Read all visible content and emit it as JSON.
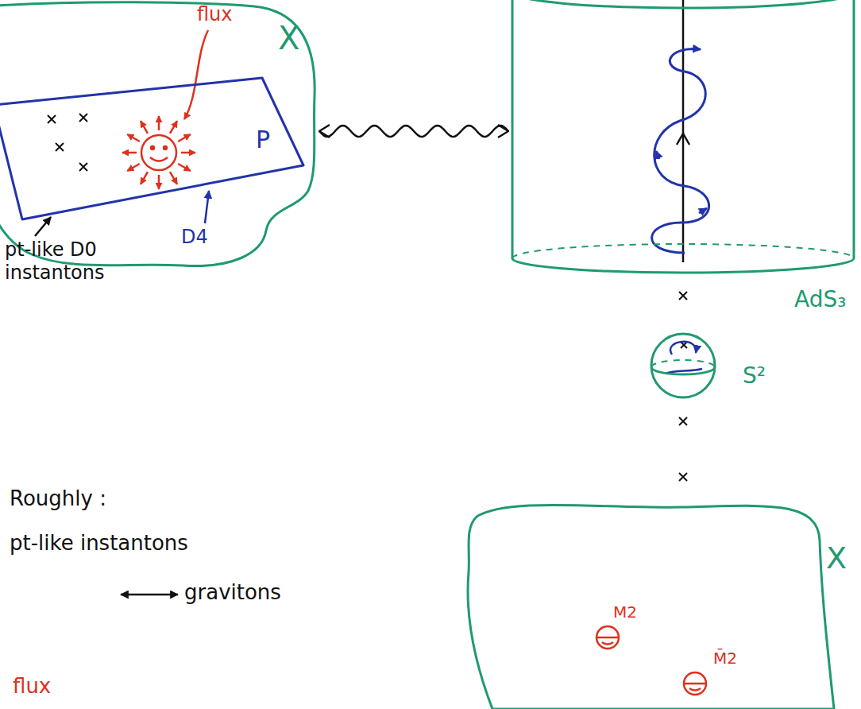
{
  "diagram": {
    "nodes": [
      {
        "text": [
          "X"
        ]
      },
      {
        "text": [
          "P"
        ],
        "in": 0
      },
      {
        "text": [
          "AdS₃"
        ]
      },
      {
        "text": [
          "S²"
        ]
      },
      {
        "text": [
          "X"
        ]
      }
    ],
    "edges": [
      {
        "from": 0,
        "to": 2,
        "arrow": "both"
      }
    ],
    "labels": [
      "flux",
      "D4",
      "pt-like D0 instantons",
      "Roughly :",
      "pt-like instantons",
      "gravitons",
      "M2",
      "M̄2",
      "flux"
    ]
  }
}
